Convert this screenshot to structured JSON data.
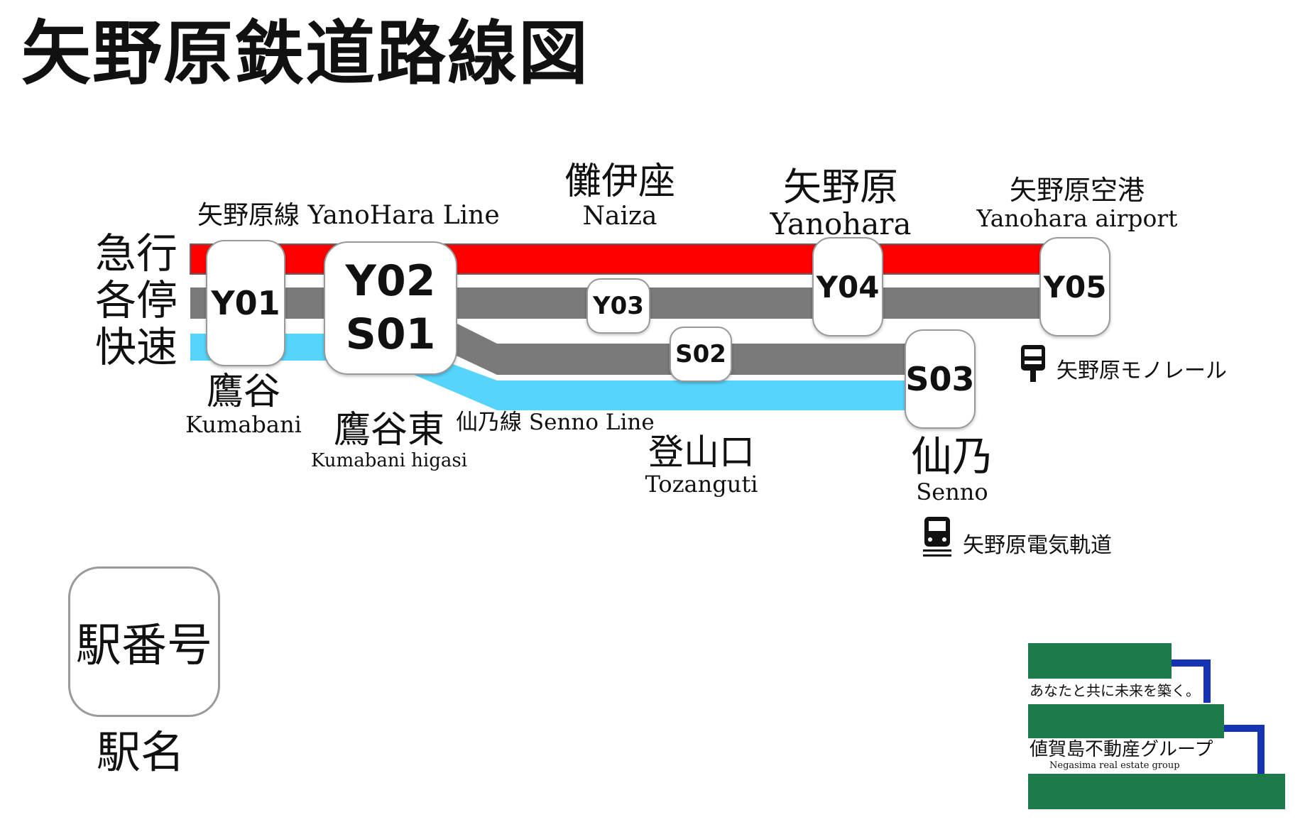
{
  "title": "矢野原鉄道路線図",
  "colors": {
    "express": "#ff0000",
    "local": "#7a7a7a",
    "rapid": "#57d4fb",
    "track_border": "#606060",
    "group_green": "#1e7a4a",
    "group_blue": "#1533b3"
  },
  "lines": {
    "yanohara": {
      "jp": "矢野原線",
      "en": "YanoHara Line"
    },
    "senno": {
      "jp": "仙乃線",
      "en": "Senno Line"
    }
  },
  "services": [
    "急行",
    "各停",
    "快速"
  ],
  "stations": [
    {
      "codes": [
        "Y01"
      ],
      "jp": "鷹谷",
      "en": "Kumabani"
    },
    {
      "codes": [
        "Y02",
        "S01"
      ],
      "jp": "鷹谷東",
      "en": "Kumabani higasi"
    },
    {
      "codes": [
        "Y03"
      ],
      "jp": "儺伊座",
      "en": "Naiza"
    },
    {
      "codes": [
        "Y04"
      ],
      "jp": "矢野原",
      "en": "Yanohara"
    },
    {
      "codes": [
        "Y05"
      ],
      "jp": "矢野原空港",
      "en": "Yanohara airport"
    },
    {
      "codes": [
        "S02"
      ],
      "jp": "登山口",
      "en": "Tozanguti"
    },
    {
      "codes": [
        "S03"
      ],
      "jp": "仙乃",
      "en": "Senno"
    }
  ],
  "transfers": [
    {
      "icon": "monorail-icon",
      "label": "矢野原モノレール"
    },
    {
      "icon": "tram-icon",
      "label": "矢野原電気軌道"
    }
  ],
  "legend": {
    "code_label": "駅番号",
    "name_label": "駅名"
  },
  "ad": {
    "slogan": "あなたと共に未来を築く。",
    "company": "値賀島不動産グループ",
    "company_en": "Negasima real estate group"
  }
}
